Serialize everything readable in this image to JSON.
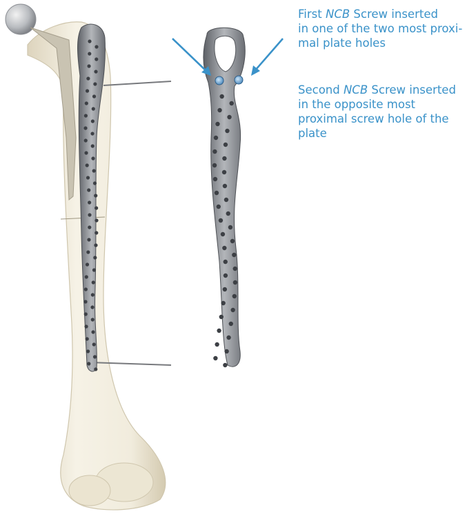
{
  "captions": [
    {
      "line1": {
        "pre": "First ",
        "em": "NCB",
        "post": " Screw inserted"
      },
      "line2": "in one of the two most proxi-",
      "line3": "mal plate holes"
    },
    {
      "line1": {
        "pre": "Second ",
        "em": "NCB",
        "post": " Screw inserted"
      },
      "line2": "in the opposite most",
      "line3": "proximal screw hole of the",
      "line4": "plate"
    }
  ],
  "colors": {
    "caption_text": "#3a92c9",
    "arrow": "#3a92c9",
    "bone": "#efe9d8",
    "plate": "#8a8d92",
    "screw_head": "#6fa8d6"
  },
  "icons": [
    "proximal-left-arrow-icon",
    "proximal-right-arrow-icon"
  ]
}
